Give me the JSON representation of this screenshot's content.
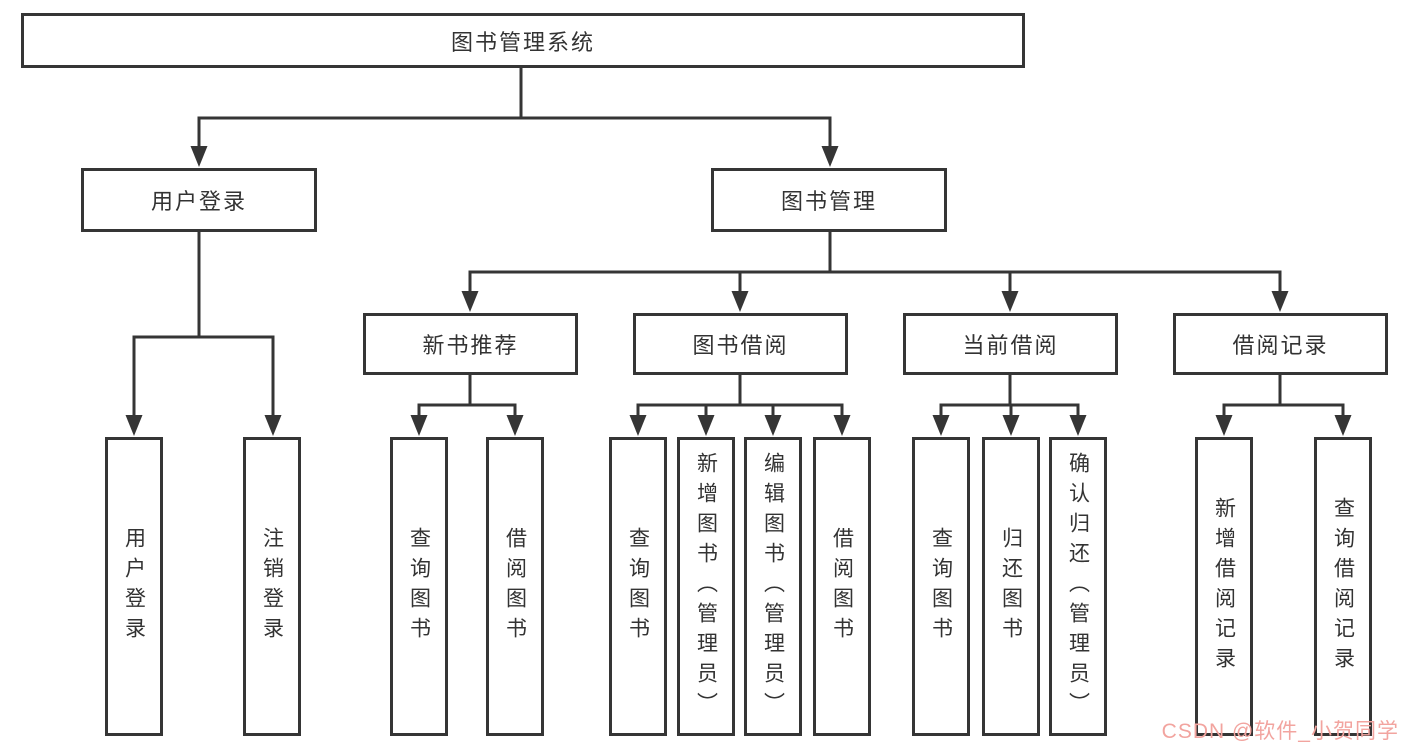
{
  "tree": {
    "root": {
      "label": "图书管理系统"
    },
    "branches": [
      {
        "label": "用户登录",
        "leaves": [
          {
            "label": "用户登录"
          },
          {
            "label": "注销登录"
          }
        ]
      },
      {
        "label": "图书管理",
        "groups": [
          {
            "label": "新书推荐",
            "leaves": [
              {
                "label": "查询图书"
              },
              {
                "label": "借阅图书"
              }
            ]
          },
          {
            "label": "图书借阅",
            "leaves": [
              {
                "label": "查询图书"
              },
              {
                "label": "新增图书（管理员）"
              },
              {
                "label": "编辑图书（管理员）"
              },
              {
                "label": "借阅图书"
              }
            ]
          },
          {
            "label": "当前借阅",
            "leaves": [
              {
                "label": "查询图书"
              },
              {
                "label": "归还图书"
              },
              {
                "label": "确认归还（管理员）"
              }
            ]
          },
          {
            "label": "借阅记录",
            "leaves": [
              {
                "label": "新增借阅记录"
              },
              {
                "label": "查询借阅记录"
              }
            ]
          }
        ]
      }
    ]
  },
  "watermark": {
    "text": "CSDN @软件_小贺同学",
    "color": "#f2a49f"
  },
  "colors": {
    "line": "#353535",
    "text": "#333333",
    "background": "#ffffff"
  }
}
